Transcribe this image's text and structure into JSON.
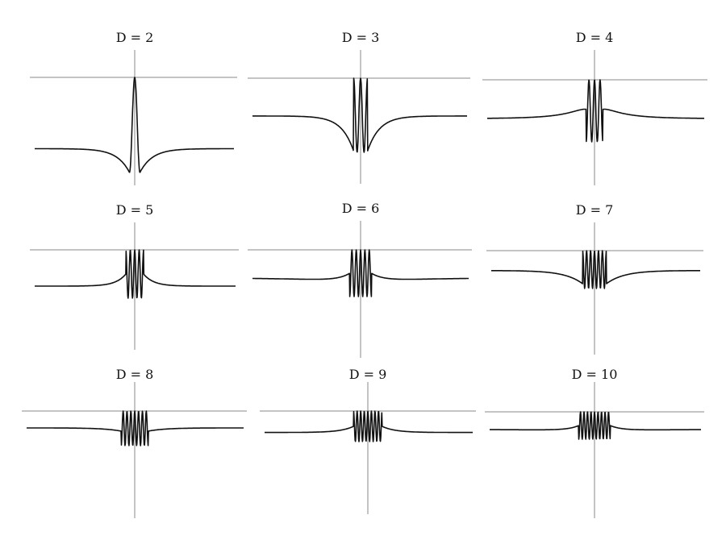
{
  "colors": {
    "curve": "#111111",
    "axis": "#8a8a8a",
    "background": "#ffffff"
  },
  "chart_data": [
    {
      "type": "line",
      "title": "D = 2",
      "dimension": 2,
      "grid": false,
      "x": [
        -4.0,
        -3.0,
        -2.0,
        -1.5,
        -1.0,
        -0.7,
        -0.45,
        -0.3,
        -0.15,
        0.0,
        0.15,
        0.3,
        0.45,
        0.7,
        1.0,
        1.5,
        2.0,
        3.0,
        4.0
      ],
      "y": [
        -0.6,
        -0.68,
        -0.8,
        -0.9,
        -1.0,
        -1.1,
        -0.8,
        -0.2,
        0.6,
        1.0,
        0.6,
        -0.2,
        -0.8,
        -1.1,
        -1.0,
        -0.9,
        -0.8,
        -0.68,
        -0.6
      ]
    },
    {
      "type": "line",
      "title": "D = 3",
      "dimension": 3,
      "grid": false
    },
    {
      "type": "line",
      "title": "D = 4",
      "dimension": 4,
      "grid": false
    },
    {
      "type": "line",
      "title": "D = 5",
      "dimension": 5,
      "grid": false
    },
    {
      "type": "line",
      "title": "D = 6",
      "dimension": 6,
      "grid": false
    },
    {
      "type": "line",
      "title": "D = 7",
      "dimension": 7,
      "grid": false
    },
    {
      "type": "line",
      "title": "D = 8",
      "dimension": 8,
      "grid": false
    },
    {
      "type": "line",
      "title": "D = 9",
      "dimension": 9,
      "grid": false
    },
    {
      "type": "line",
      "title": "D = 10",
      "dimension": 10,
      "grid": false
    }
  ]
}
